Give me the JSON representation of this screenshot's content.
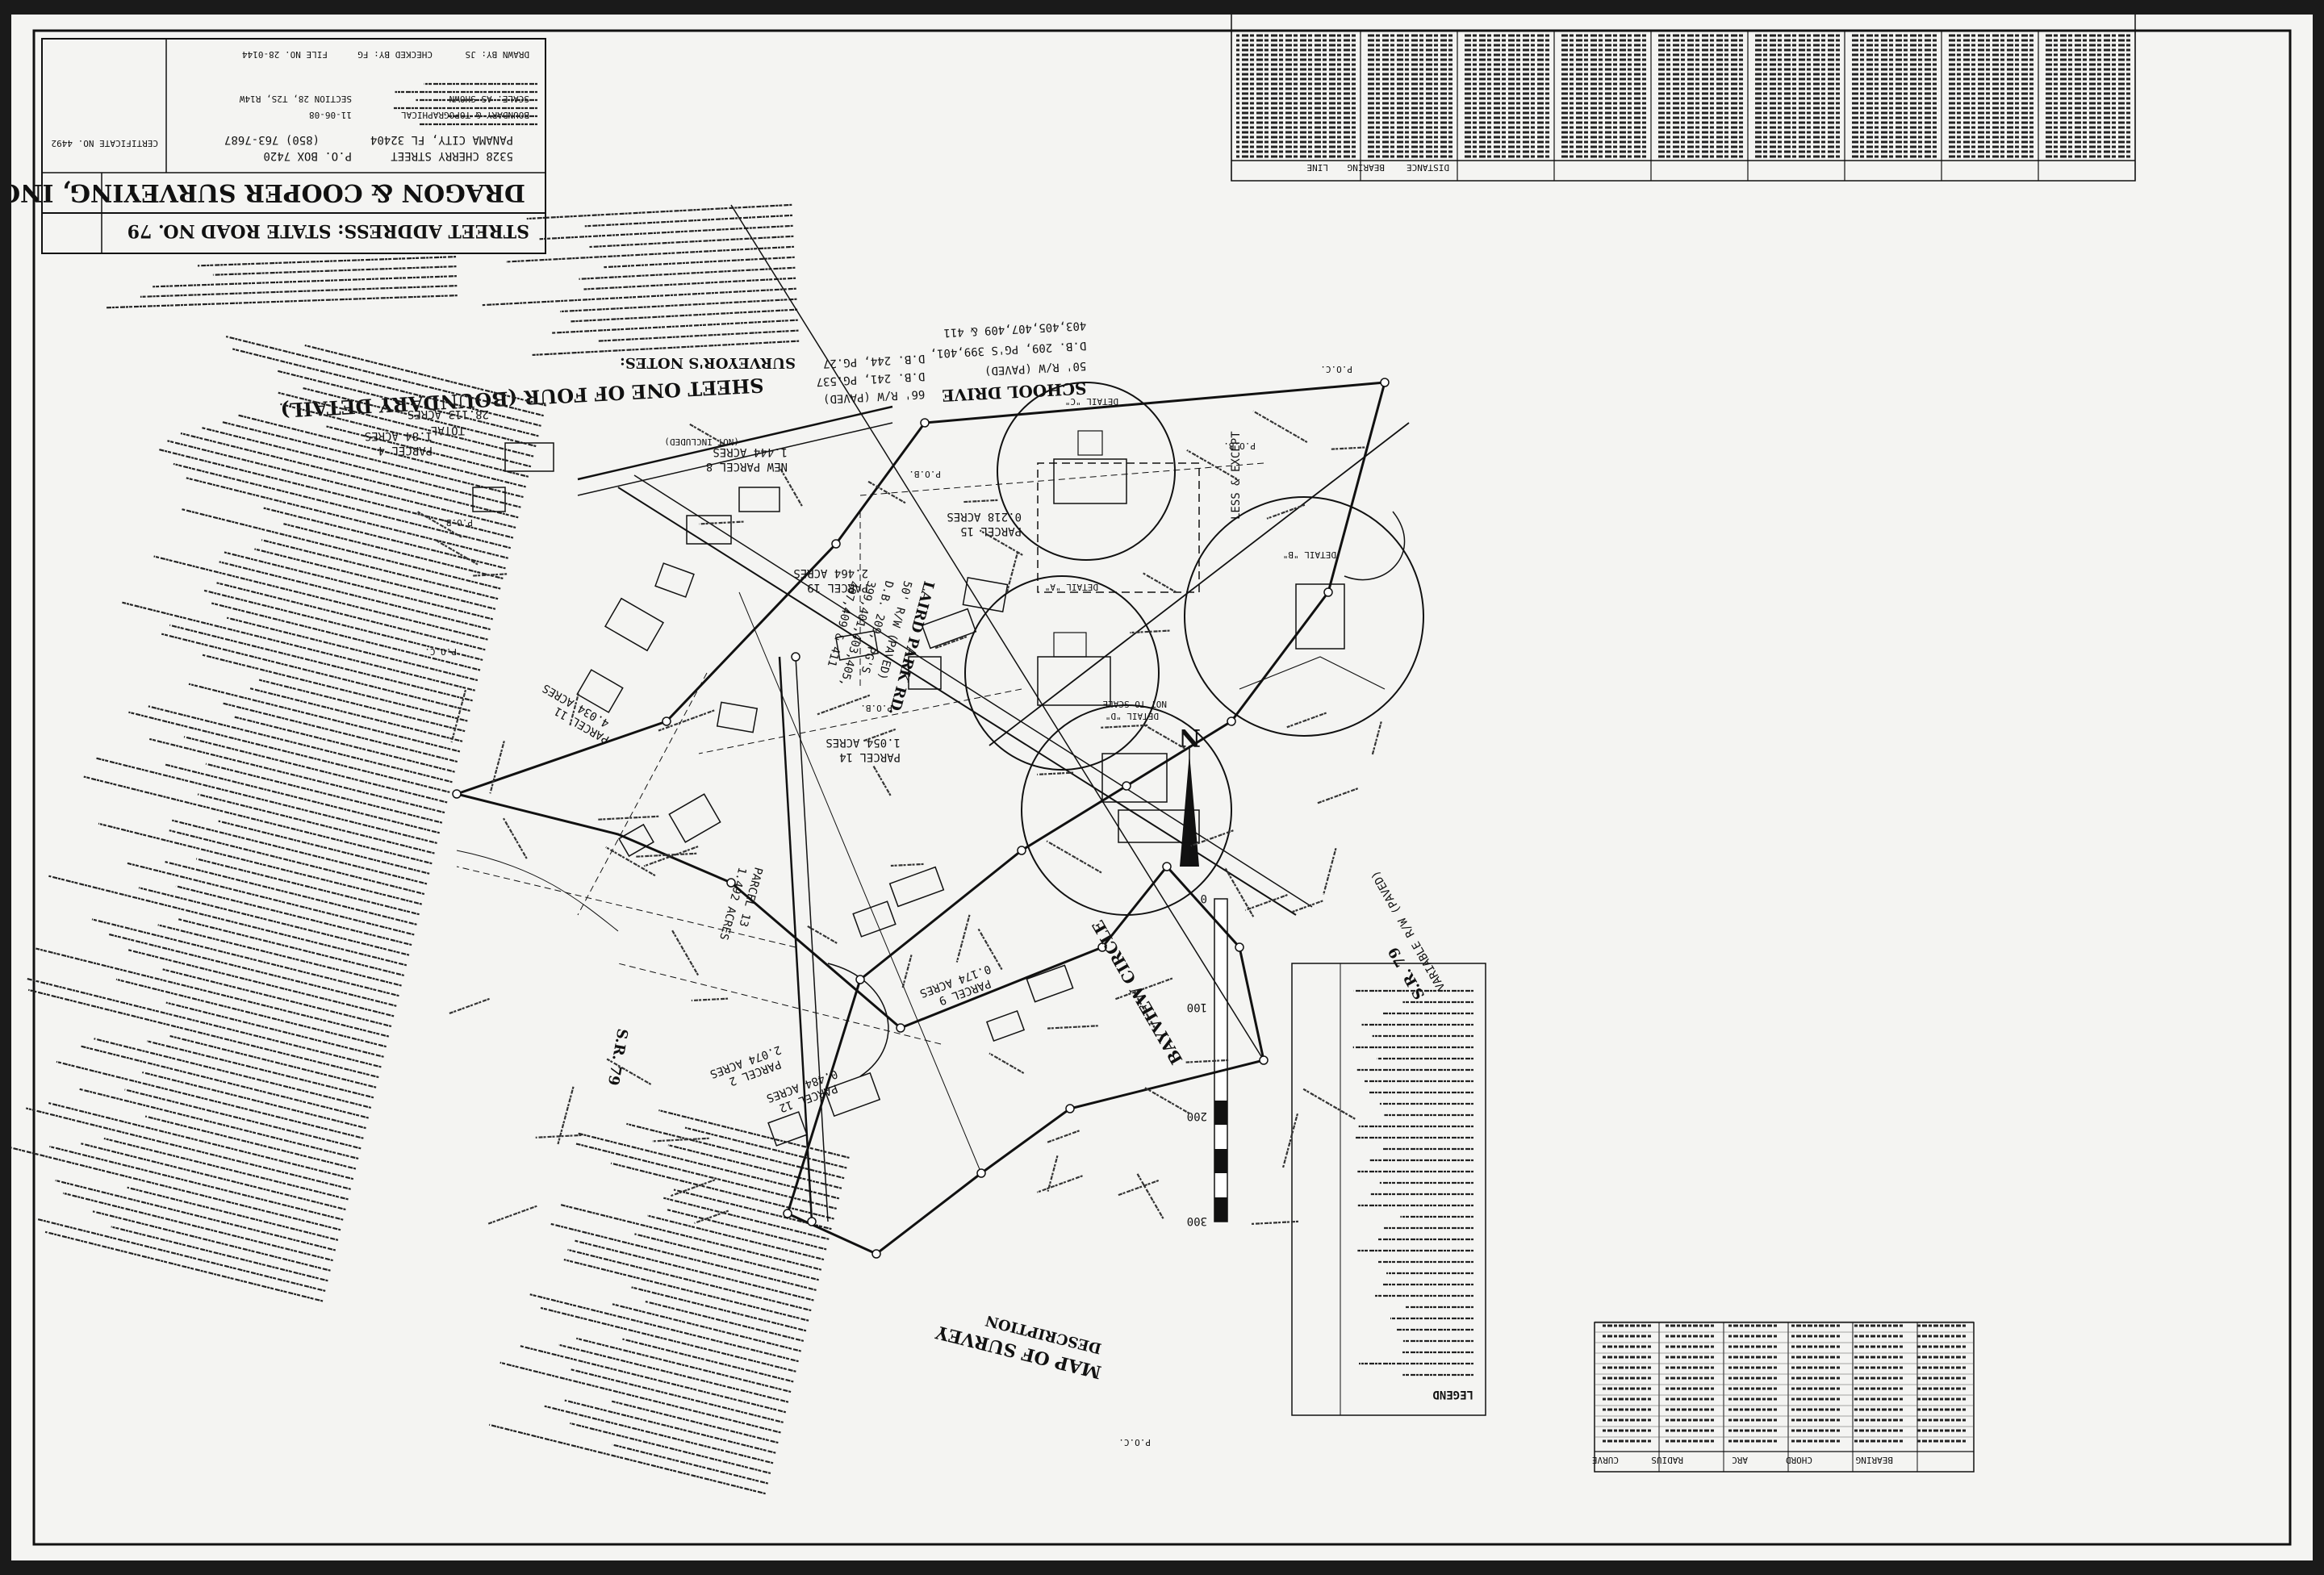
{
  "title_block": {
    "street_address": "STREET ADDRESS: STATE ROAD NO. 79",
    "company": "DRAGON & COOPER SURVEYING, INC",
    "address_1": "5328 CHERRY STREET",
    "address_2": "P.O. BOX 7420",
    "address_3": "PANAMA CITY, FL 32404",
    "phone": "(850) 763-7687",
    "survey_type": "BOUNDARY & TOPOGRAPHICAL",
    "survey_date": "11-06-08",
    "scale": "SCALE: AS SHOWN",
    "section": "SECTION 28, T2S, R14W",
    "drawn_by": "DRAWN BY: JS",
    "checked_by": "CHECKED BY: FG",
    "file_no": "FILE NO. 28-0144",
    "certificate": "CERTIFICATE NO. 4492"
  },
  "sheet": {
    "title": "SHEET ONE OF FOUR (BOUNDARY DETAIL)",
    "total_label": "TOTAL",
    "total_acres": "28.113 ACRES",
    "map_title": "MAP OF SURVEY",
    "description_title": "DESCRIPTION"
  },
  "roads": {
    "school_drive": "SCHOOL DRIVE",
    "school_drive_rw": "50' R/W (PAVED)",
    "school_drive_db": "D.B. 209, PG'S 399,401,",
    "school_drive_db2": "403,405,407,409 & 411",
    "school_drive_66": "66' R/W (PAVED)",
    "db241": "D.B. 241, PG.537",
    "db244": "D.B. 244, PG.27",
    "laird_park": "LAIRD PARK RD.",
    "laird_rw": "50' R/W (PAVED)",
    "laird_db": "D.B. 209, PG'S",
    "laird_db2": "399,401,403,405,",
    "laird_db3": "407,409 & 411",
    "sr79": "S.R. 79",
    "sr79_rw": "VARIABLE R/W (PAVED)",
    "bayview": "BAYVIEW CIRCLE",
    "note_header": "SURVEYOR'S NOTES:"
  },
  "parcels": [
    {
      "name": "PARCEL 19",
      "acres": "2.464 ACRES"
    },
    {
      "name": "PARCEL 14",
      "acres": "1.054 ACRES"
    },
    {
      "name": "PARCEL 11",
      "acres": "4.034 ACRES"
    },
    {
      "name": "PARCEL 13",
      "acres": "1.492 ACRES"
    },
    {
      "name": "PARCEL 4",
      "acres": "1.84 ACRES"
    },
    {
      "name": "NEW PARCEL 8",
      "acres": "1.444 ACRES"
    },
    {
      "name": "PARCEL 2",
      "acres": "2.074 ACRES"
    },
    {
      "name": "PARCEL 12",
      "acres": "0.484 ACRES"
    },
    {
      "name": "PARCEL 15",
      "acres": "0.218 ACRES"
    },
    {
      "name": "PARCEL 9",
      "acres": "0.174 ACRES"
    }
  ],
  "annotations": {
    "pob": "P.O.B.",
    "poc": "P.O.C.",
    "less_except": "LESS & EXCEPT",
    "not_included": "(NOT INCLUDED)",
    "detail_a": "DETAIL \"A\"",
    "detail_b": "DETAIL \"B\"",
    "detail_c": "DETAIL \"C\"",
    "detail_d": "DETAIL \"D\"",
    "not_to_scale": "NOT TO SCALE",
    "legend": "LEGEND",
    "scale_0": "0",
    "scale_100": "100",
    "scale_200": "200",
    "scale_300": "300",
    "north": "N"
  },
  "tables": {
    "line_header": [
      "LINE",
      "BEARING",
      "DISTANCE"
    ],
    "curve_header": [
      "CURVE",
      "RADIUS",
      "ARC",
      "CHORD",
      "BEARING"
    ]
  },
  "colors": {
    "paper": "#f4f4f2",
    "ink": "#111111",
    "frame": "#1a1a1a"
  }
}
